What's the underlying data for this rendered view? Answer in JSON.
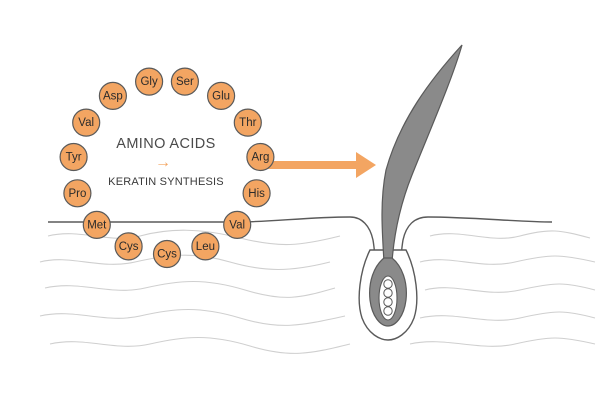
{
  "colors": {
    "bead_fill": "#f3a562",
    "arrow": "#f3a562",
    "hair_fill": "#8a8a8a",
    "outline": "#5a5a5a",
    "skin_waves": "#cfcfcf"
  },
  "ring": {
    "title": "AMINO ACIDS",
    "arrow_glyph": "→",
    "subtitle": "KERATIN SYNTHESIS",
    "amino_acids": [
      "Ser",
      "Glu",
      "Thr",
      "Arg",
      "His",
      "Val",
      "Leu",
      "Cys",
      "Cys",
      "Met",
      "Pro",
      "Tyr",
      "Val",
      "Asp",
      "Gly"
    ]
  },
  "icons": {
    "big_arrow": "right-arrow-icon",
    "hair_follicle": "hair-follicle-icon"
  }
}
